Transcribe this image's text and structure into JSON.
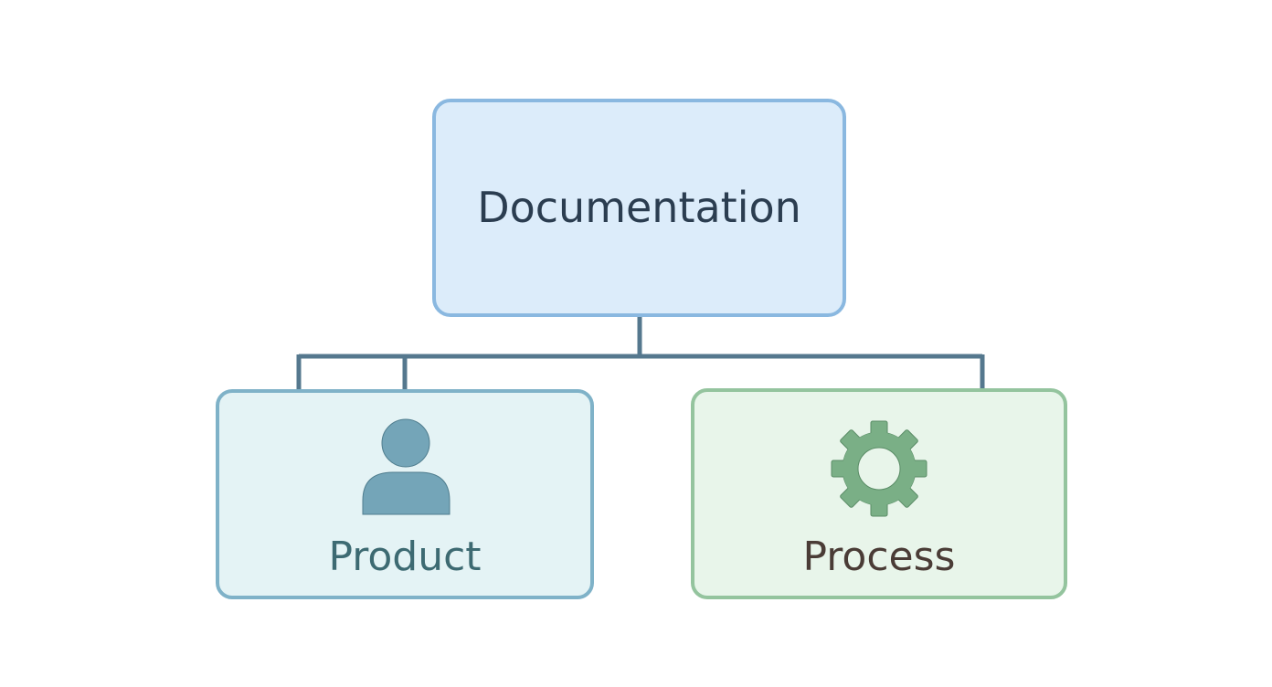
{
  "root": {
    "label": "Documentation"
  },
  "children": [
    {
      "label": "Product",
      "icon": "person-icon"
    },
    {
      "label": "Process",
      "icon": "gear-icon"
    }
  ],
  "colors": {
    "root_fill": "#dcecfa",
    "root_border": "#8ab8e0",
    "product_fill": "#e4f3f5",
    "product_border": "#7fb2c8",
    "product_icon": "#74a5b8",
    "product_text": "#3d6a72",
    "process_fill": "#e8f5ea",
    "process_border": "#94c49e",
    "process_icon": "#7aaf86",
    "process_text": "#4a3c36",
    "connector": "#55788e",
    "root_text": "#2b3d50"
  }
}
